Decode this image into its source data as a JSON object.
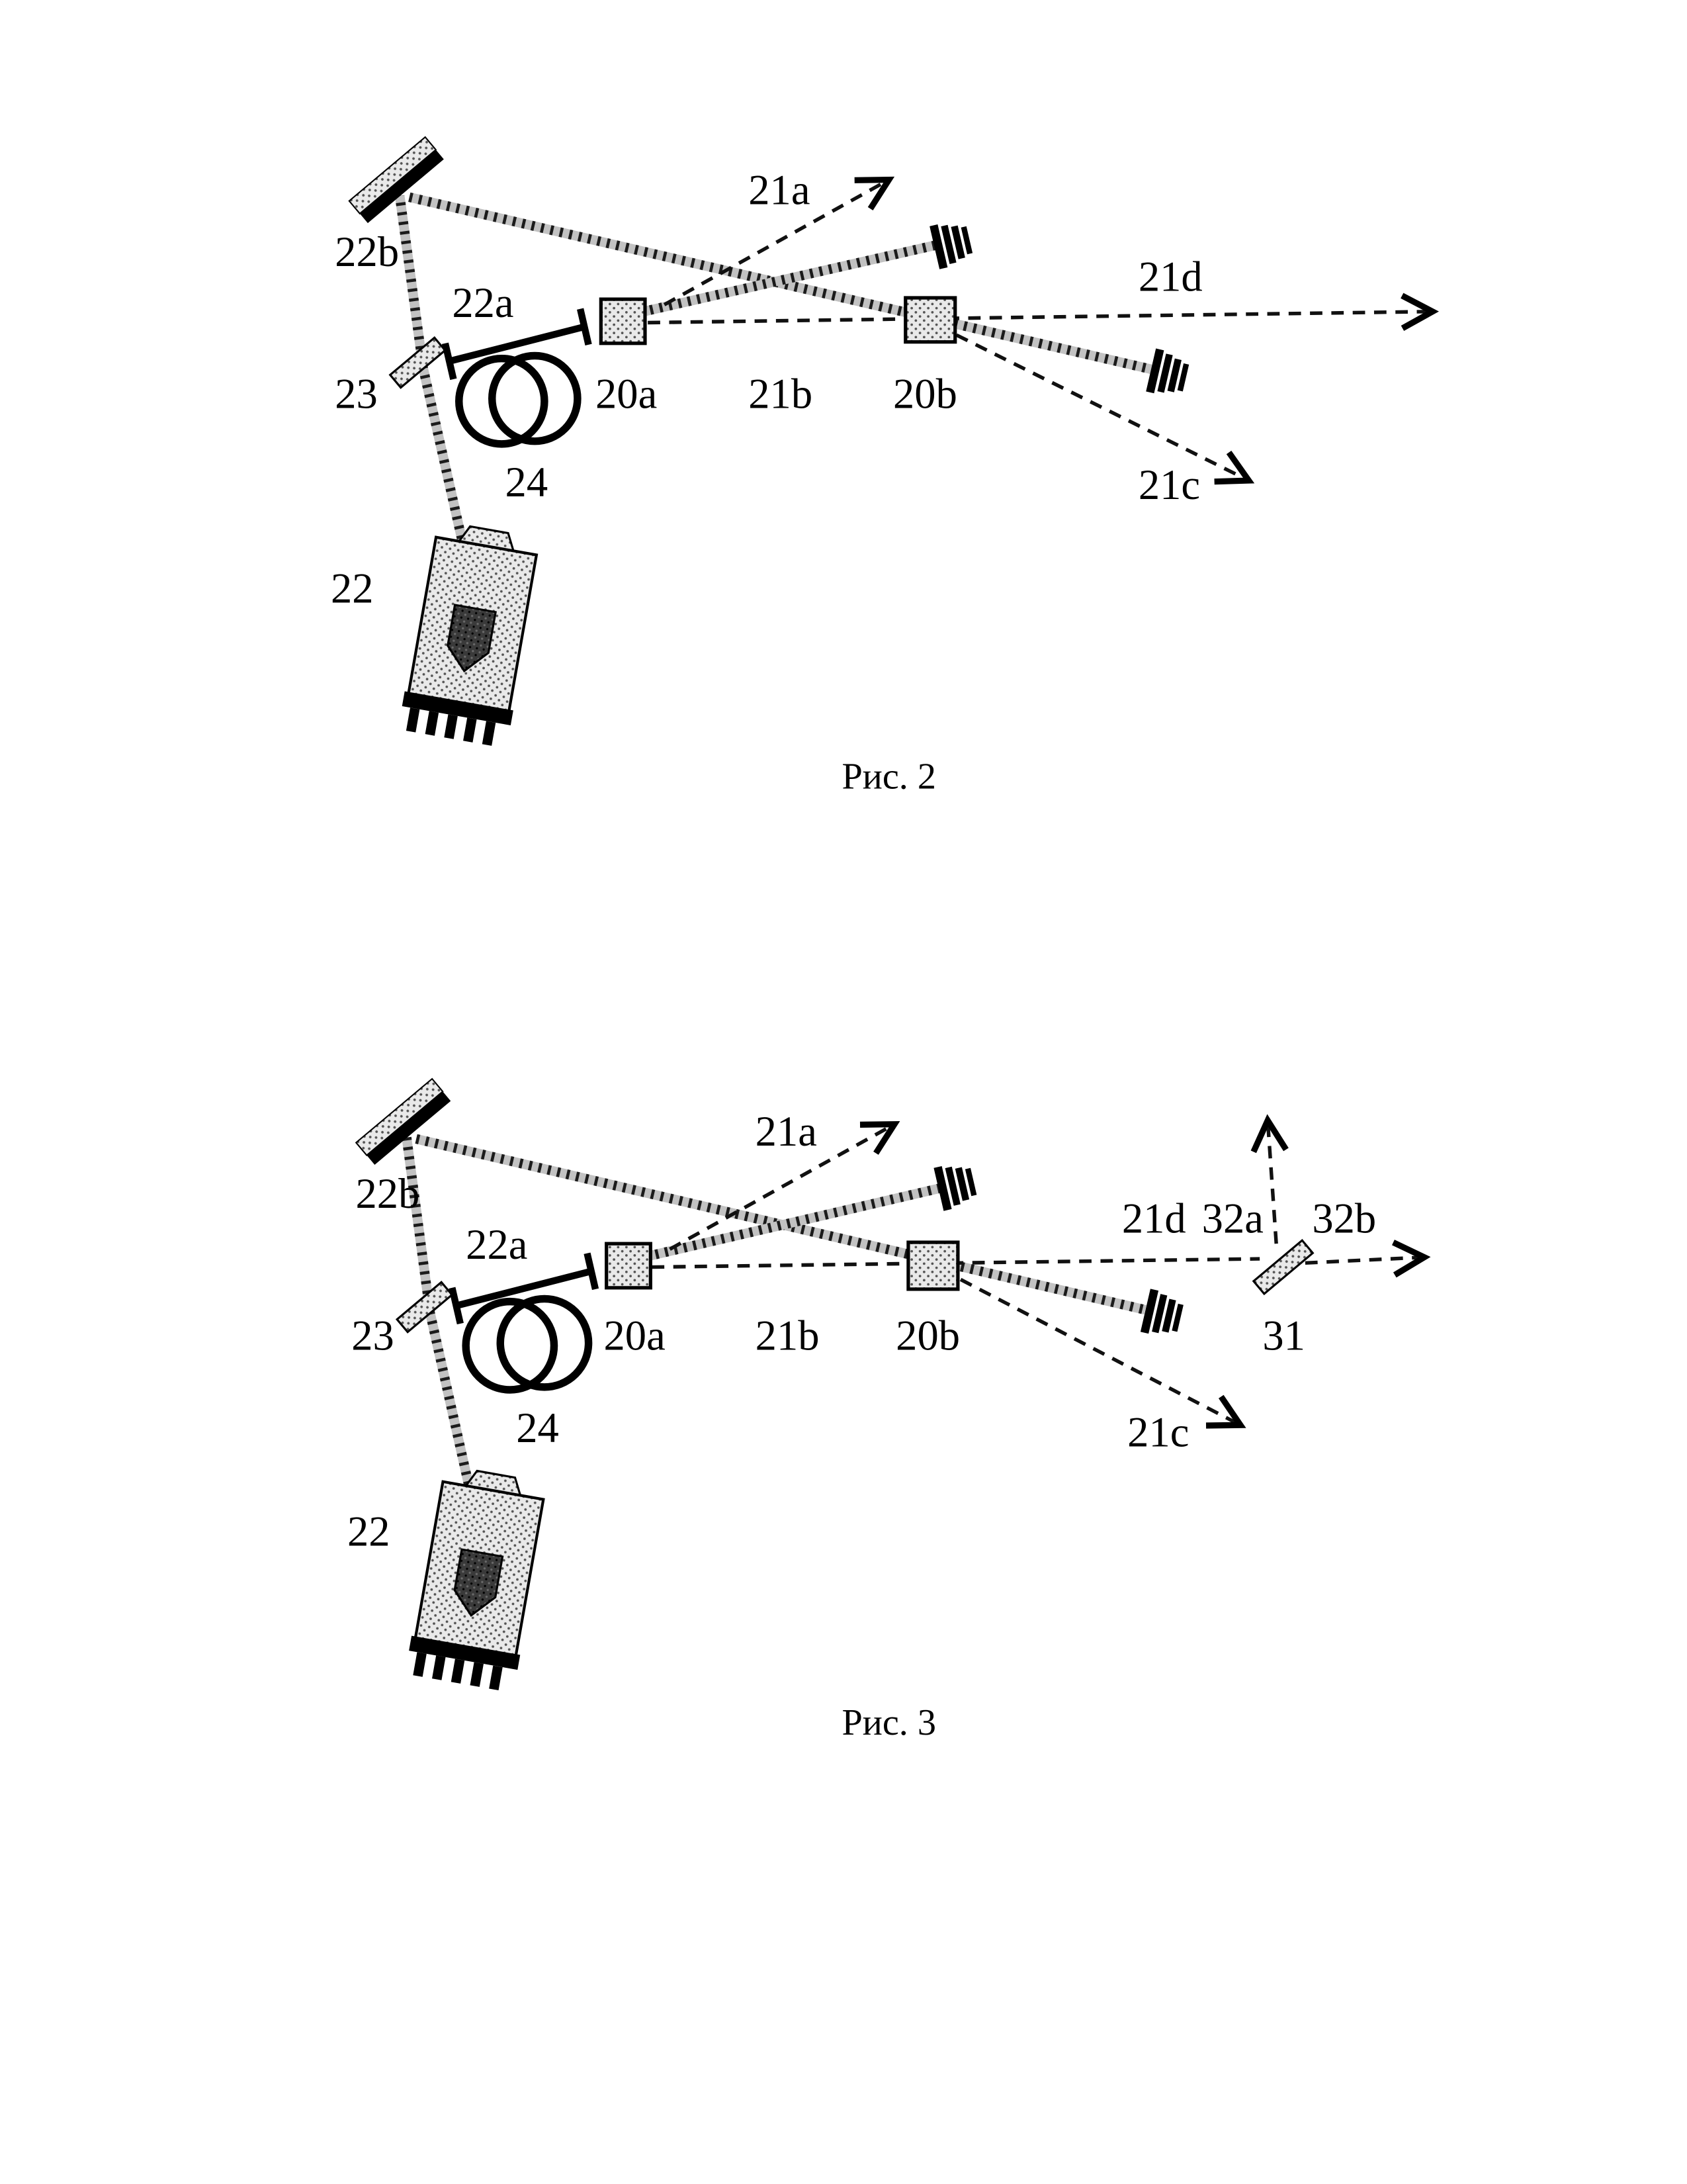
{
  "figure2": {
    "caption": "Рис. 2",
    "labels": {
      "l20a": "20a",
      "l20b": "20b",
      "l21a": "21a",
      "l21b": "21b",
      "l21c": "21c",
      "l21d": "21d",
      "l22": "22",
      "l22a": "22a",
      "l22b": "22b",
      "l23": "23",
      "l24": "24"
    }
  },
  "figure3": {
    "caption": "Рис. 3",
    "labels": {
      "l20a": "20a",
      "l20b": "20b",
      "l21a": "21a",
      "l21b": "21b",
      "l21c": "21c",
      "l21d": "21d",
      "l22": "22",
      "l22a": "22a",
      "l22b": "22b",
      "l23": "23",
      "l24": "24",
      "l31": "31",
      "l32a": "32a",
      "l32b": "32b"
    }
  }
}
